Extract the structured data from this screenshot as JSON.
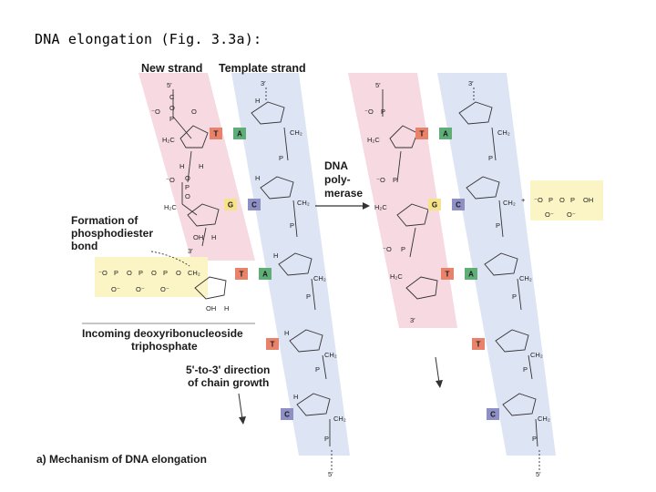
{
  "title": "DNA elongation (Fig. 3.3a):",
  "labels": {
    "new_strand": "New strand",
    "template_strand": "Template strand",
    "five_prime": "5′",
    "three_prime": "3′",
    "enzyme": [
      "DNA",
      "poly-",
      "merase"
    ],
    "formation": [
      "Formation of",
      "phosphodiester",
      "bond"
    ],
    "incoming": [
      "Incoming deoxyribonucleoside",
      "triphosphate"
    ],
    "direction": [
      "5'-to-3' direction",
      "of chain growth"
    ],
    "caption": "a) Mechanism of DNA elongation"
  },
  "chem": {
    "ch2": "CH₂",
    "h2c": "H₂C",
    "oh": "OH",
    "h": "H",
    "o": "O",
    "p": "P",
    "c": "C",
    "o_minus": "O⁻",
    "minus_o": "⁻O",
    "plus": "+"
  },
  "colors": {
    "new_strand": "#f6d9e1",
    "template_strand": "#dde4f4",
    "triphosphate_box": "#fbf4c4",
    "base_T": "#e8826a",
    "base_A": "#5fae78",
    "base_G": "#f6e28a",
    "base_C": "#8e8fc4"
  },
  "left_panel": {
    "pairs": [
      {
        "new": "T",
        "template": "A"
      },
      {
        "new": "G",
        "template": "C"
      },
      {
        "new": "T",
        "template": "A"
      }
    ],
    "template_only": [
      "T",
      "C"
    ]
  },
  "right_panel": {
    "pairs": [
      {
        "new": "T",
        "template": "A"
      },
      {
        "new": "G",
        "template": "C"
      },
      {
        "new": "T",
        "template": "A"
      }
    ],
    "template_only": [
      "T",
      "C"
    ]
  }
}
